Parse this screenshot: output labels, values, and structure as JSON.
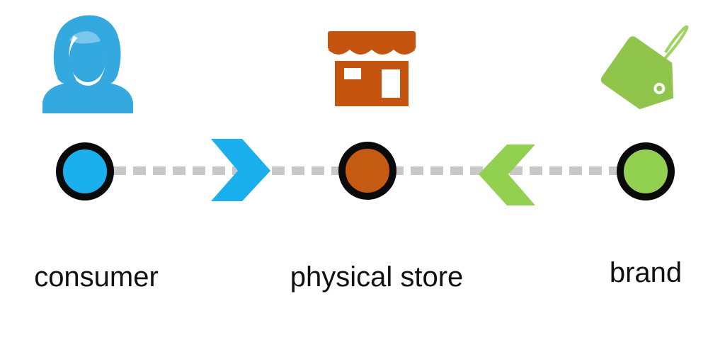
{
  "nodes": [
    {
      "id": "consumer",
      "label": "consumer",
      "color": "#1ab0ed",
      "icon": "woman-user-icon",
      "icon_color": "#33a9e0"
    },
    {
      "id": "store",
      "label": "physical store",
      "color": "#c55a11",
      "icon": "storefront-icon",
      "icon_color": "#c4540e"
    },
    {
      "id": "brand",
      "label": "brand",
      "color": "#92d050",
      "icon": "price-tag-icon",
      "icon_color": "#8fc54b"
    }
  ],
  "connector_color": "#c8c8c8",
  "arrows": [
    {
      "from": "consumer",
      "to": "store",
      "direction": "right",
      "color": "#1ab0ed"
    },
    {
      "from": "brand",
      "to": "store",
      "direction": "left",
      "color": "#92d050"
    }
  ]
}
